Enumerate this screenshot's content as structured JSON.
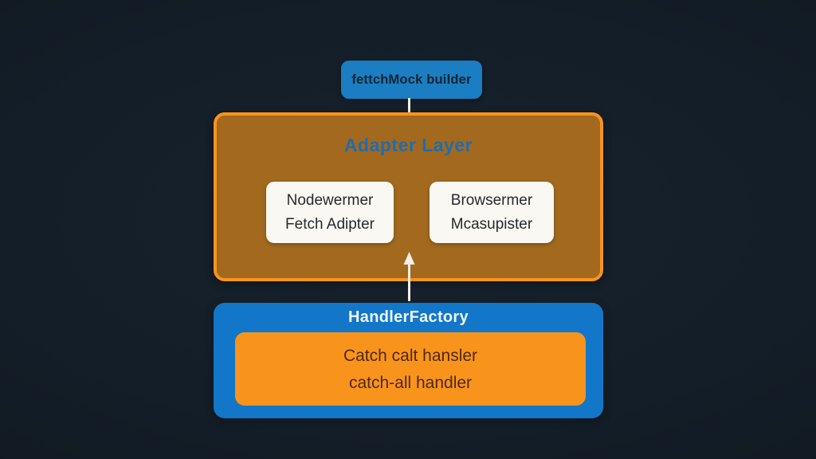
{
  "colors": {
    "background": "#141e28",
    "top_node_blue": "#1b7dc2",
    "adapter_fill": "#a2691f",
    "adapter_border_orange": "#f7941d",
    "adapter_title_blue": "#1f6dae",
    "white_node_fill": "#faf8f3",
    "white_node_text": "#26292c",
    "handler_panel_blue": "#1277c9",
    "handler_title_white": "#eef6fc",
    "catchall_orange": "#f8941c",
    "catchall_text": "#4f2810",
    "arrow_white": "#f4efe4"
  },
  "icons": {
    "arrow_down": "↓",
    "arrow_up": "↑"
  },
  "diagram": {
    "top_box": {
      "label": "fettchMock builder"
    },
    "adapter_layer": {
      "title": "Adapter Layer",
      "boxes": [
        {
          "line1": "Nodewermer",
          "line2": "Fetch Adipter"
        },
        {
          "line1": "Browsermer",
          "line2": "Mcasupister"
        }
      ]
    },
    "handler_factory": {
      "title": "HandlerFactory",
      "inner_box": {
        "line1": "Catch calt hansler",
        "line2": "catch-all handler"
      }
    }
  }
}
